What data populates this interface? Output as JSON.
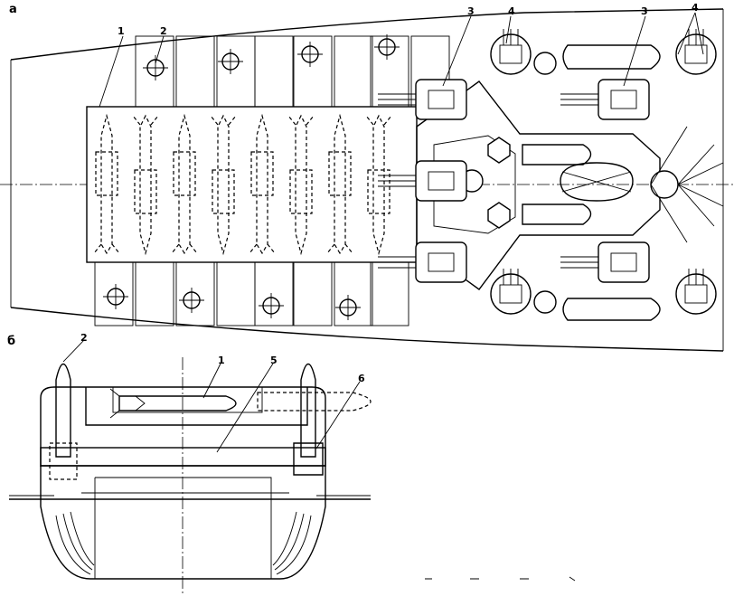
{
  "views": {
    "top": "а",
    "side": "б"
  },
  "callouts": {
    "top": [
      "1",
      "2",
      "3",
      "4",
      "3",
      "4"
    ],
    "side": [
      "2",
      "1",
      "5",
      "6"
    ]
  }
}
